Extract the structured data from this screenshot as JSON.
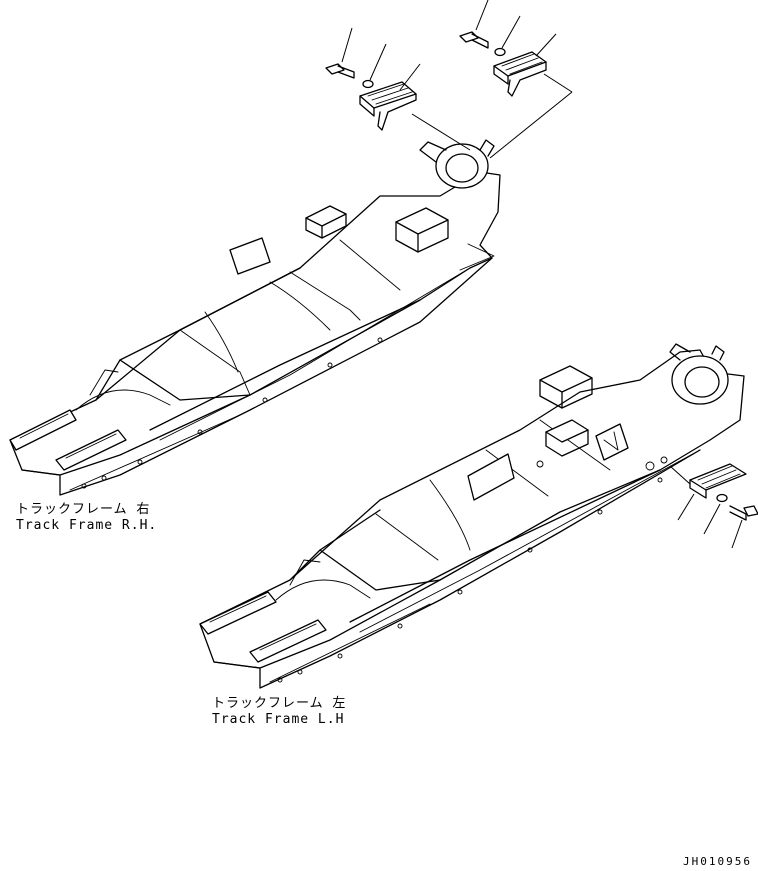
{
  "labels": {
    "rh": {
      "jp": "トラックフレーム 右",
      "en": "Track Frame R.H."
    },
    "lh": {
      "jp": "トラックフレーム 左",
      "en": "Track Frame L.H"
    }
  },
  "drawing_number": "JH010956",
  "colors": {
    "line": "#000000",
    "background": "#ffffff"
  }
}
